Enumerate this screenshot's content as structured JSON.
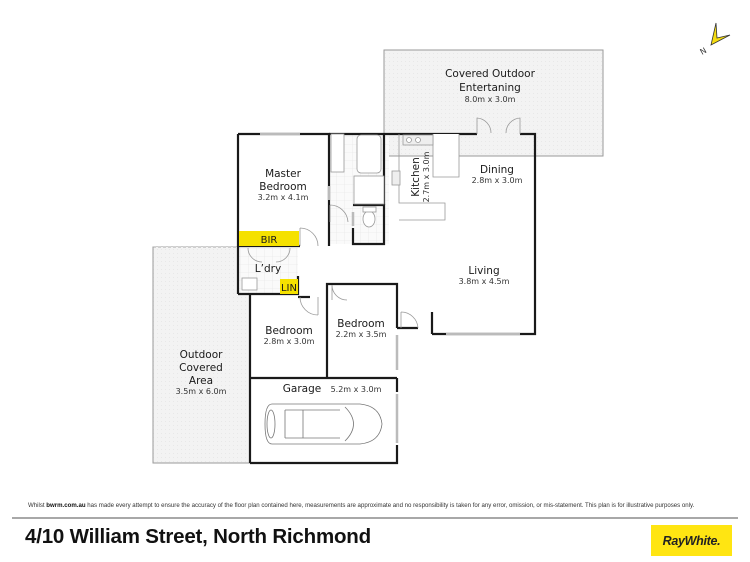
{
  "compass": {
    "label": "N",
    "color": "#f5dc10"
  },
  "rooms": {
    "covered_outdoor_entertaining": {
      "name_line1": "Covered Outdoor",
      "name_line2": "Entertaning",
      "dims": "8.0m x 3.0m"
    },
    "master_bedroom": {
      "name_line1": "Master",
      "name_line2": "Bedroom",
      "dims": "3.2m x 4.1m"
    },
    "kitchen": {
      "name": "Kitchen",
      "dims": "2.7m x 3.0m"
    },
    "dining": {
      "name": "Dining",
      "dims": "2.8m x 3.0m"
    },
    "living": {
      "name": "Living",
      "dims": "3.8m x 4.5m"
    },
    "bir": {
      "name": "BIR"
    },
    "laundry": {
      "name": "L’dry"
    },
    "linen": {
      "name": "LIN"
    },
    "bedroom2": {
      "name": "Bedroom",
      "dims": "2.8m x 3.0m"
    },
    "bedroom3": {
      "name": "Bedroom",
      "dims": "2.2m x 3.5m"
    },
    "outdoor_covered_area": {
      "name_line1": "Outdoor",
      "name_line2": "Covered",
      "name_line3": "Area",
      "dims": "3.5m x 6.0m"
    },
    "garage": {
      "name": "Garage",
      "dims": "5.2m x 3.0m"
    }
  },
  "colors": {
    "highlight": "#f5e100",
    "wall": "#1a1a1a",
    "outdoor_fill": "#f2f2f2",
    "outdoor_stroke": "#9a9a9a"
  },
  "footer": {
    "disclaimer_prefix": "Whilst ",
    "disclaimer_brand": "bwrm.com.au",
    "disclaimer_text": " has made every attempt to ensure the accuracy of the floor plan contained here, measurements are approximate and no responsibility is taken for any error, omission, or mis-statement. This plan is for illustrative purposes only.",
    "address": "4/10 William Street, North Richmond",
    "logo_text": "RayWhite."
  }
}
